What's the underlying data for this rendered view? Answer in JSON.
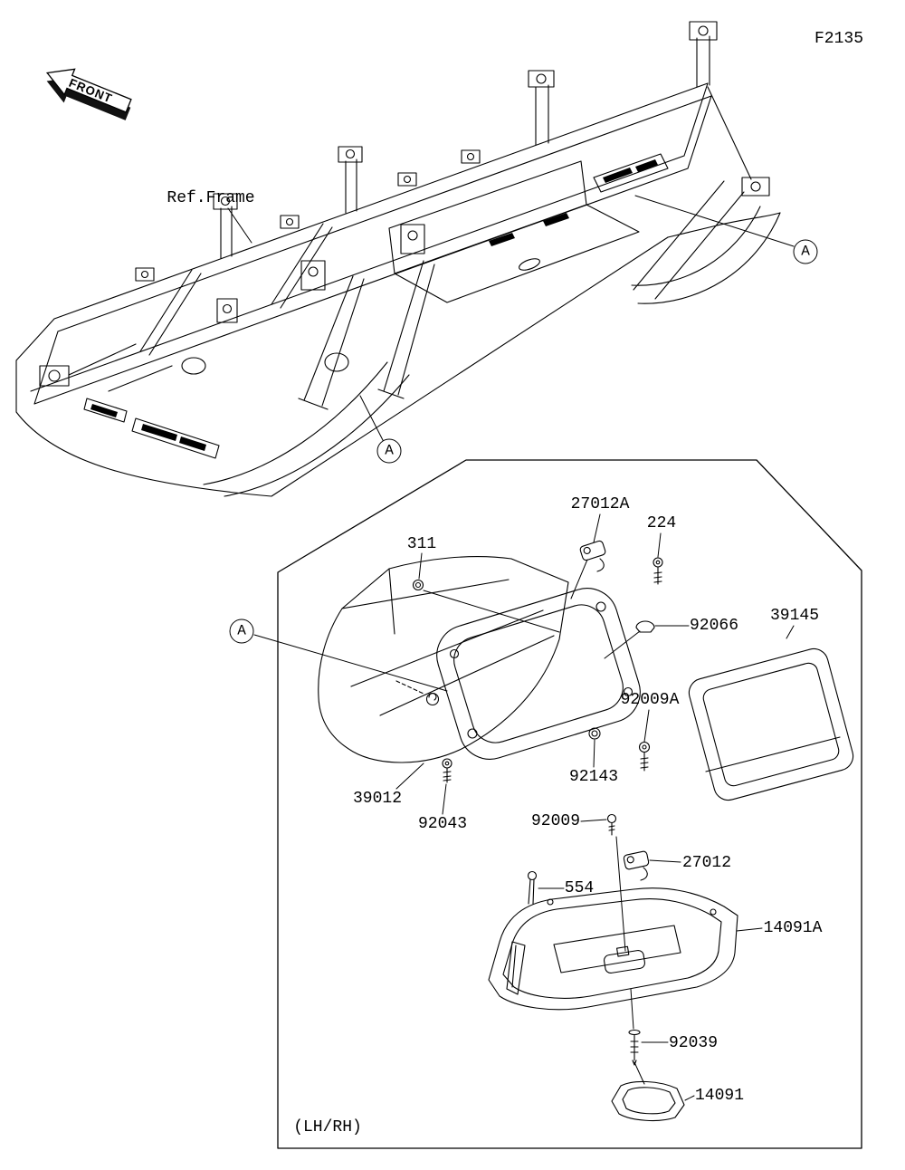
{
  "figure_code": "F2135",
  "orientation": {
    "front_label": "FRONT"
  },
  "frame_reference": {
    "label": "Ref.Frame"
  },
  "callout": {
    "letter": "A"
  },
  "detail_box": {
    "note": "(LH/RH)"
  },
  "parts": [
    {
      "number": "311"
    },
    {
      "number": "27012A"
    },
    {
      "number": "224"
    },
    {
      "number": "92066"
    },
    {
      "number": "39145"
    },
    {
      "number": "92009A"
    },
    {
      "number": "92143"
    },
    {
      "number": "39012"
    },
    {
      "number": "92043"
    },
    {
      "number": "92009"
    },
    {
      "number": "554"
    },
    {
      "number": "27012"
    },
    {
      "number": "14091A"
    },
    {
      "number": "92039"
    },
    {
      "number": "14091"
    }
  ],
  "colors": {
    "line": "#000000",
    "background": "#ffffff"
  }
}
